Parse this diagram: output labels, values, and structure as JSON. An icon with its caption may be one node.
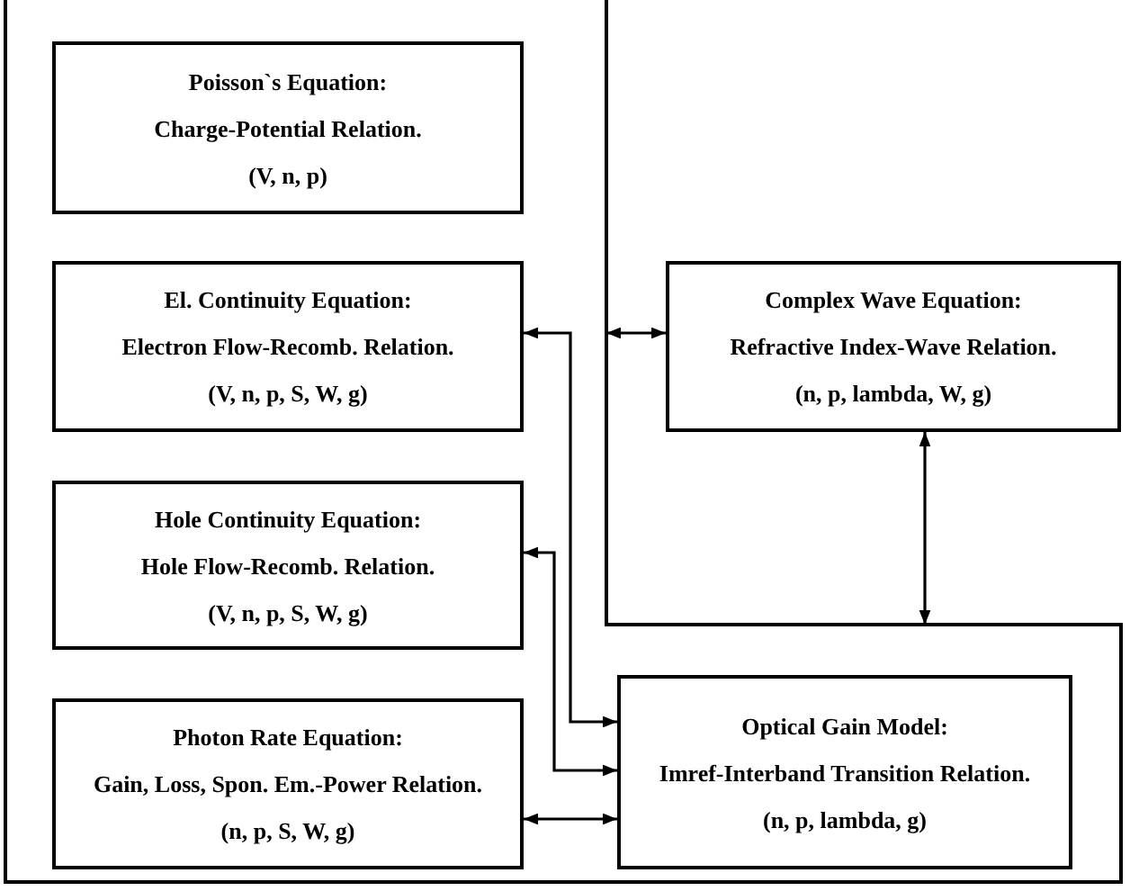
{
  "diagram": {
    "nodes": [
      {
        "text": [
          "Poisson`s Equation:",
          "Charge-Potential Relation.",
          "(V, n, p)"
        ]
      },
      {
        "text": [
          "El. Continuity Equation:",
          "Electron Flow-Recomb. Relation.",
          "(V, n, p, S, W, g)"
        ]
      },
      {
        "text": [
          "Hole Continuity Equation:",
          "Hole Flow-Recomb. Relation.",
          "(V, n, p, S, W, g)"
        ]
      },
      {
        "text": [
          "Photon Rate Equation:",
          "Gain, Loss, Spon. Em.-Power Relation.",
          "(n, p, S, W, g)"
        ]
      },
      {
        "text": [
          "Optical Gain Model:",
          "Imref-Interband Transition Relation.",
          "(n, p, lambda, g)"
        ]
      },
      {
        "text": [
          "Complex Wave Equation:",
          "Refractive Index-Wave Relation.",
          "(n, p, lambda, W, g)"
        ]
      }
    ],
    "edges": [
      {
        "from": null,
        "to": 5,
        "arrow": "both"
      },
      {
        "from": 5,
        "to": null,
        "arrow": "both"
      },
      {
        "from": 1,
        "to": 4,
        "arrow": "both"
      },
      {
        "from": 2,
        "to": 4,
        "arrow": "both"
      },
      {
        "from": 3,
        "to": 4,
        "arrow": "both"
      }
    ]
  }
}
